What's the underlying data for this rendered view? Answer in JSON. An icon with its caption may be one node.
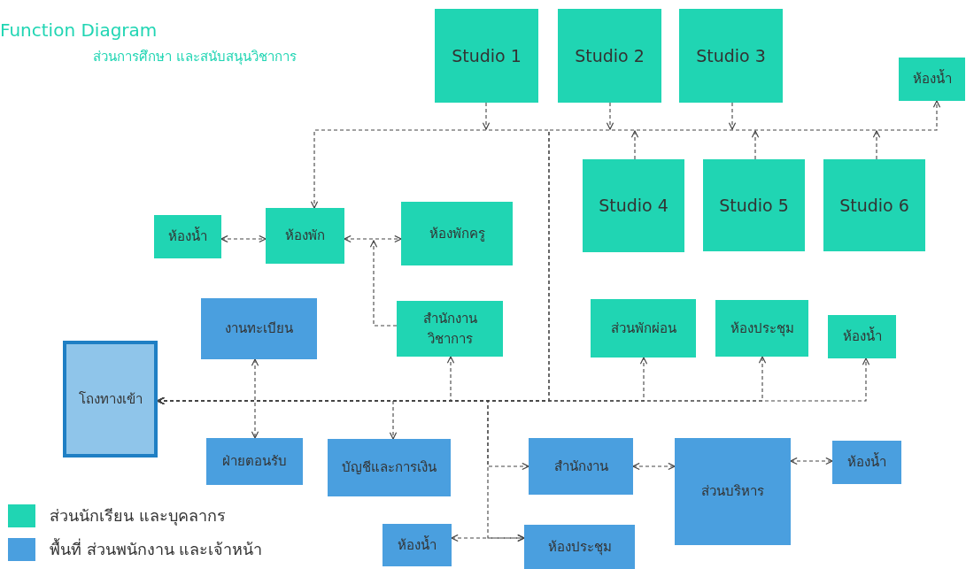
{
  "diagram": {
    "title": "Function Diagram",
    "nodes": [
      {
        "text": [
          "Studio 1"
        ]
      },
      {
        "text": [
          "Studio 2"
        ]
      },
      {
        "text": [
          "Studio 3"
        ]
      },
      {
        "text": [
          "ห้องน้ำ"
        ]
      },
      {
        "text": [
          "Studio 4"
        ]
      },
      {
        "text": [
          "Studio 5"
        ]
      },
      {
        "text": [
          "Studio 6"
        ]
      },
      {
        "text": [
          "ห้องน้ำ"
        ]
      },
      {
        "text": [
          "ห้องพัก"
        ]
      },
      {
        "text": [
          "ห้องพักครู"
        ]
      },
      {
        "text": [
          "งานทะเบียน"
        ]
      },
      {
        "text": [
          "สำนักงานวิชาการ"
        ]
      },
      {
        "text": [
          "ส่วนพักผ่อน"
        ]
      },
      {
        "text": [
          "ห้องประชุม"
        ]
      },
      {
        "text": [
          "ห้องน้ำ"
        ]
      },
      {
        "text": [
          "โถงทางเข้า"
        ]
      },
      {
        "text": [
          "ฝ่ายตอนรับ"
        ]
      },
      {
        "text": [
          "บัญชีและการเงิน"
        ]
      },
      {
        "text": [
          "สำนักงาน"
        ]
      },
      {
        "text": [
          "ส่วนบริหาร"
        ]
      },
      {
        "text": [
          "ห้องน้ำ"
        ]
      },
      {
        "text": [
          "ห้องน้ำ"
        ]
      },
      {
        "text": [
          "ห้องประชุม"
        ]
      }
    ],
    "edges": [
      {
        "from": 0,
        "to": null,
        "arrow": "to"
      },
      {
        "from": 1,
        "to": null,
        "arrow": "to"
      },
      {
        "from": 2,
        "to": null,
        "arrow": "to"
      },
      {
        "from": 4,
        "to": null,
        "arrow": "to"
      },
      {
        "from": 5,
        "to": null,
        "arrow": "to"
      },
      {
        "from": 6,
        "to": null,
        "arrow": "to"
      },
      {
        "from": 15,
        "to": 8,
        "arrow": "both"
      },
      {
        "from": 15,
        "to": 3,
        "arrow": "both"
      },
      {
        "from": 7,
        "to": 8,
        "arrow": "both"
      },
      {
        "from": 8,
        "to": 9,
        "arrow": "both"
      },
      {
        "from": 11,
        "to": null,
        "arrow": "to"
      },
      {
        "from": 10,
        "to": 16,
        "arrow": "both"
      },
      {
        "from": 15,
        "to": 11,
        "arrow": "both"
      },
      {
        "from": 15,
        "to": 17,
        "arrow": "both"
      },
      {
        "from": 15,
        "to": 12,
        "arrow": "both"
      },
      {
        "from": 15,
        "to": 13,
        "arrow": "both"
      },
      {
        "from": 15,
        "to": 14,
        "arrow": "both"
      },
      {
        "from": 15,
        "to": 18,
        "arrow": "both"
      },
      {
        "from": 15,
        "to": 22,
        "arrow": "both"
      },
      {
        "from": 21,
        "to": 22,
        "arrow": "both"
      },
      {
        "from": 18,
        "to": 19,
        "arrow": "both"
      },
      {
        "from": 19,
        "to": 20,
        "arrow": "both"
      }
    ],
    "labels": [
      "ส่วนการศึกษา และสนับสนุนวิชาการ"
    ],
    "legend": [
      {
        "text": "ส่วนนักเรียน และบุคลากร",
        "color": "#20d5b3"
      },
      {
        "text": "พื้นที่ ส่วนพนักงาน และเจ้าหน้า",
        "color": "#4a9fdf"
      }
    ]
  }
}
